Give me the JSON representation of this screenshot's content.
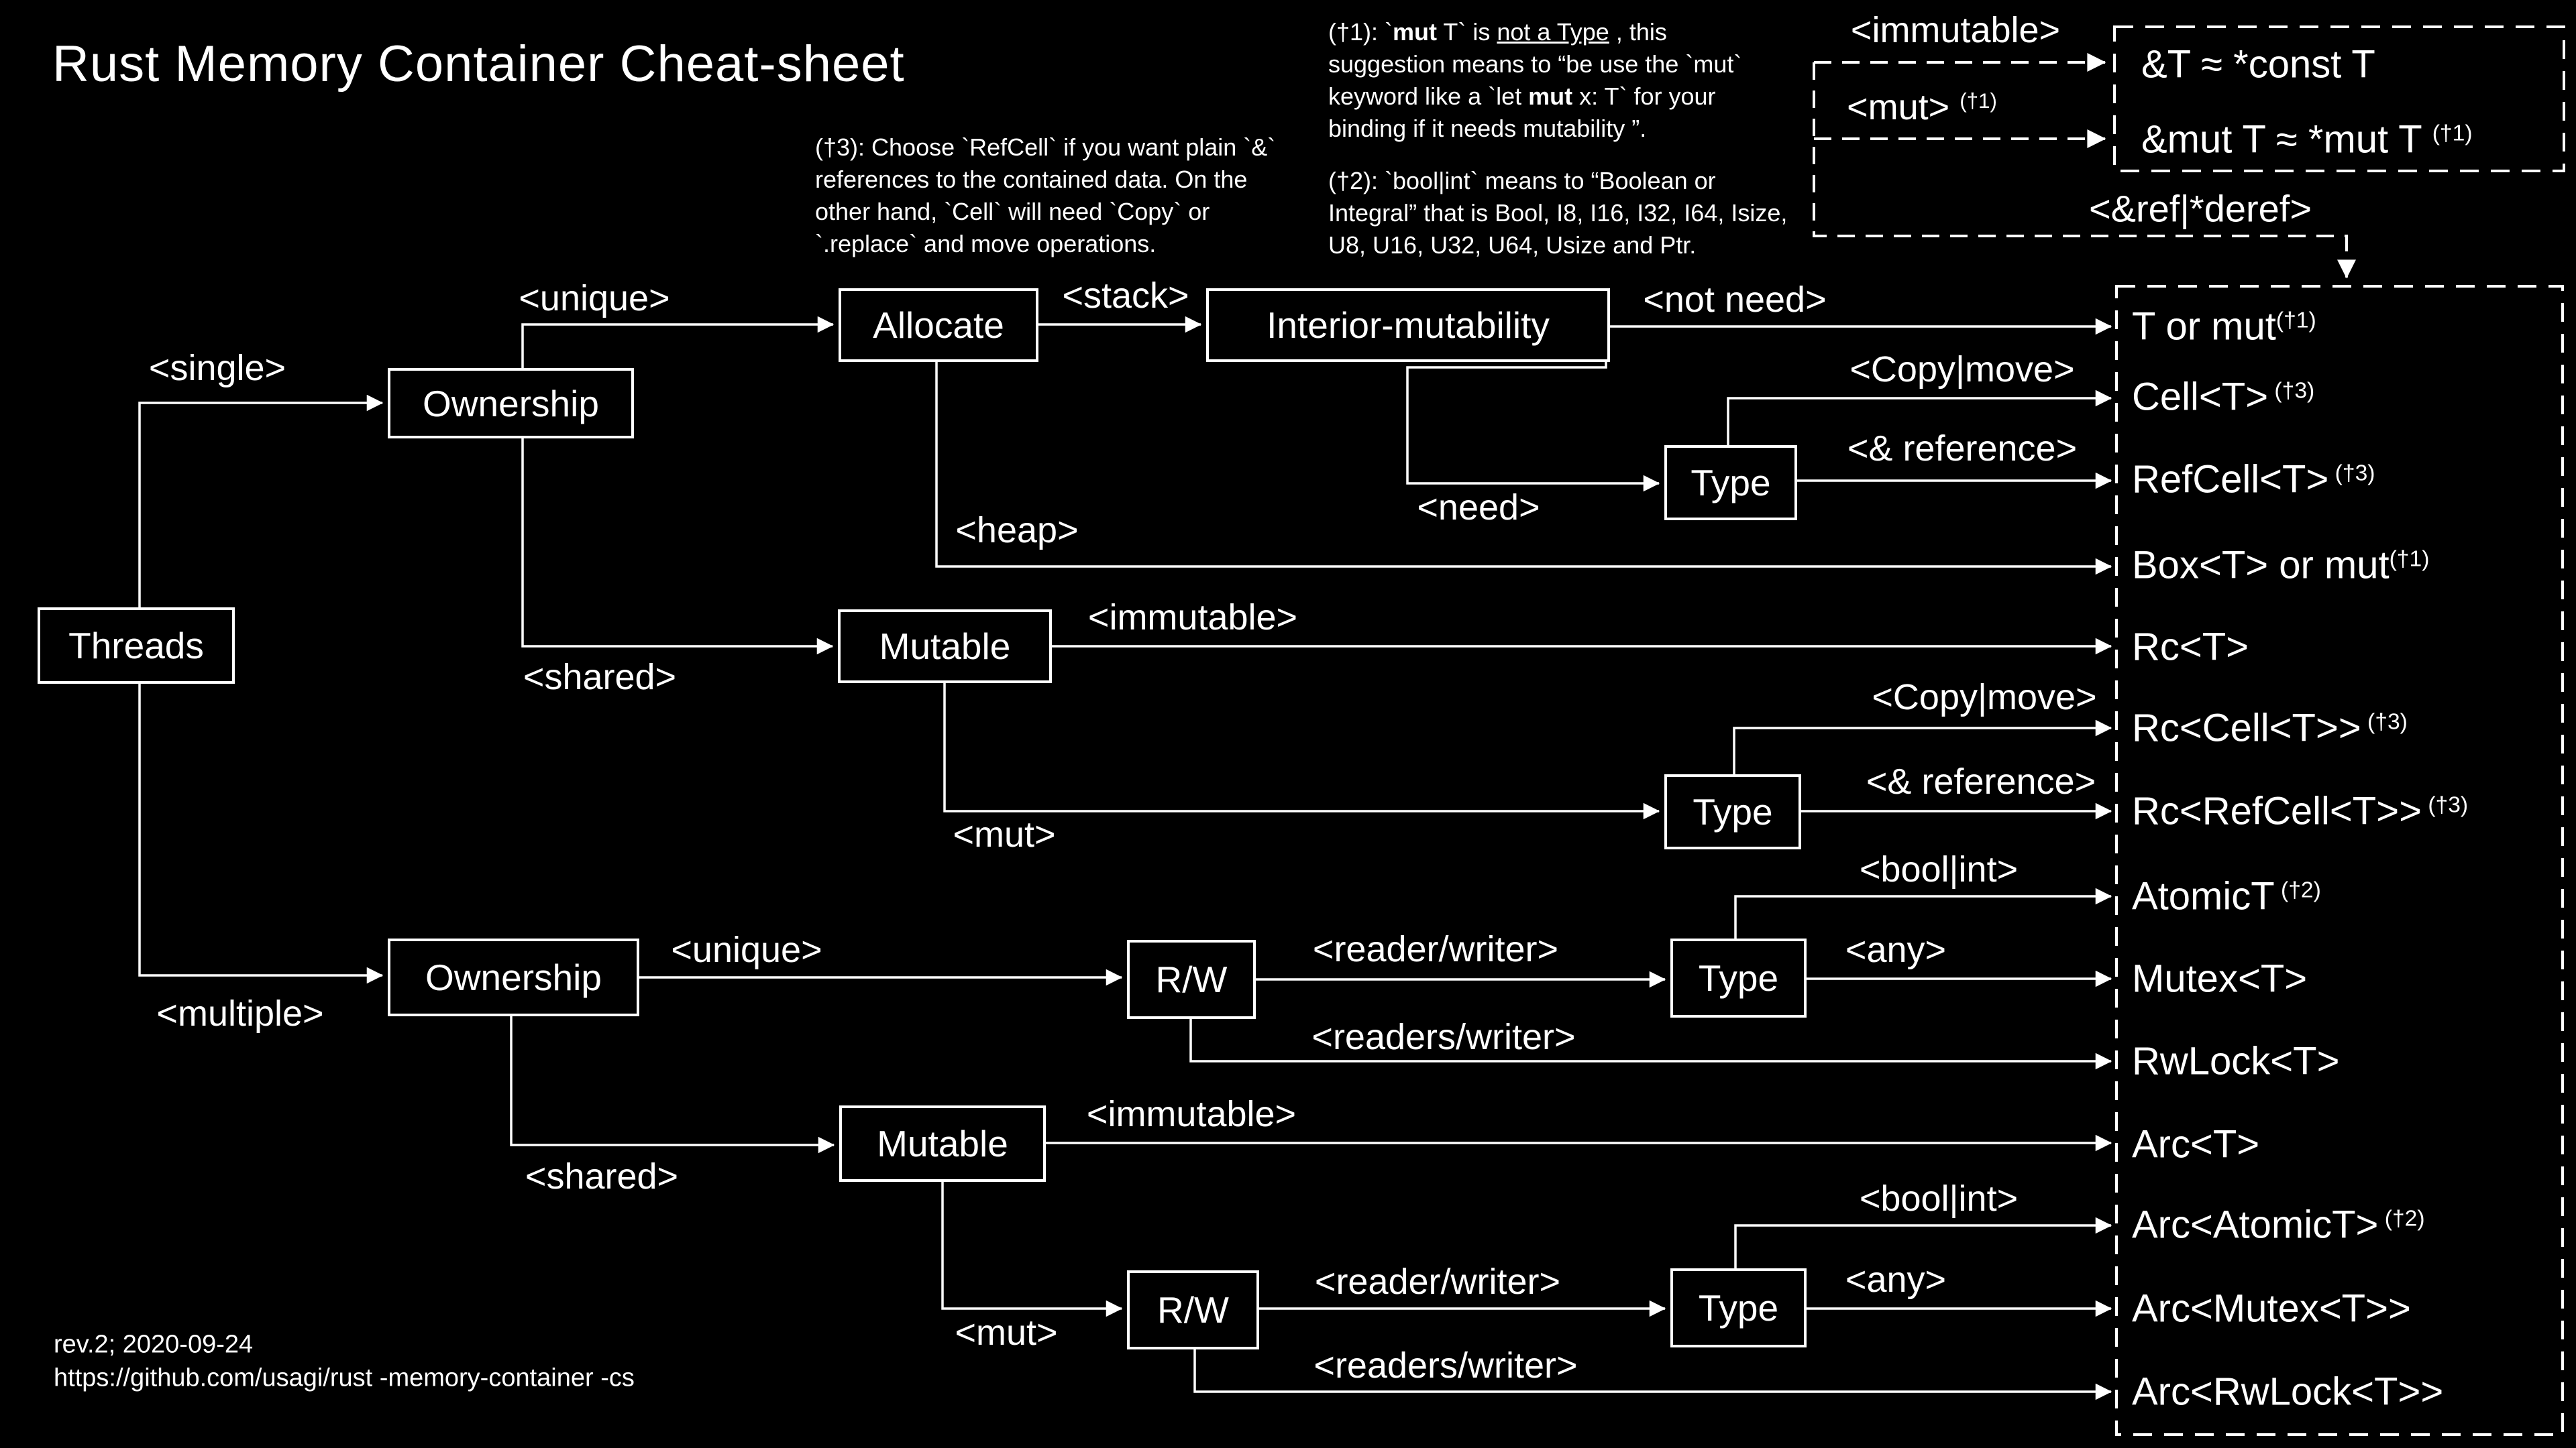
{
  "title": "Rust Memory Container Cheat-sheet",
  "notes": {
    "note3": "(†3): Choose `RefCell` if you want plain `&` references to the contained data. On the other hand, `Cell` will need `Copy` or `.replace` and move operations.",
    "note1_segments": [
      {
        "t": "(†1): `"
      },
      {
        "t": "mut",
        "b": true
      },
      {
        "t": " T` is "
      },
      {
        "t": "not a Type",
        "u": true
      },
      {
        "t": " , this suggestion means to “be use the `mut` keyword like a `let "
      },
      {
        "t": "mut",
        "b": true
      },
      {
        "t": " x: T` for your binding if it needs mutability ”."
      }
    ],
    "note2": "(†2): `bool|int` means to “Boolean or Integral” that is Bool, I8, I16, I32, I64, Isize, U8, U16, U32, U64,  Usize and Ptr."
  },
  "legend": {
    "immutable": "<immutable>",
    "mut": "<mut>",
    "mut_sup": "(†1)",
    "ref_eq": "&T ≈ *const T",
    "mut_eq": "&mut T ≈ *mut T",
    "mut_eq_sup": "(†1)",
    "ref_deref": "<&ref|*deref>"
  },
  "nodes": {
    "threads": "Threads",
    "ownership_single": "Ownership",
    "allocate": "Allocate",
    "interior_mutability": "Interior-mutability",
    "type_cell": "Type",
    "mutable_single": "Mutable",
    "type_rc": "Type",
    "ownership_multi": "Ownership",
    "rw_unique": "R/W",
    "type_atomic": "Type",
    "mutable_multi": "Mutable",
    "rw_mut": "R/W",
    "type_arc": "Type"
  },
  "edges": {
    "single": "<single>",
    "multiple": "<multiple>",
    "unique_top": "<unique>",
    "shared_top": "<shared>",
    "stack": "<stack>",
    "heap": "<heap>",
    "not_need": "<not need>",
    "need": "<need>",
    "copy_move_1": "<Copy|move>",
    "reference_1": "<& reference>",
    "immutable_1": "<immutable>",
    "mut_1": "<mut>",
    "copy_move_2": "<Copy|move>",
    "reference_2": "<& reference>",
    "unique_bottom": "<unique>",
    "shared_bottom": "<shared>",
    "reader_writer_1": "<reader/writer>",
    "readers_writer_1": "<readers/writer>",
    "bool_int_1": "<bool|int>",
    "any_1": "<any>",
    "immutable_2": "<immutable>",
    "mut_2": "<mut>",
    "reader_writer_2": "<reader/writer>",
    "readers_writer_2": "<readers/writer>",
    "bool_int_2": "<bool|int>",
    "any_2": "<any>"
  },
  "containers": [
    {
      "label": "T or mut",
      "sup": "(†1)"
    },
    {
      "label": "Cell<T>",
      "sup": " (†3)"
    },
    {
      "label": "RefCell<T>",
      "sup": " (†3)"
    },
    {
      "label": "Box<T> or mut",
      "sup": "(†1)"
    },
    {
      "label": "Rc<T>",
      "sup": ""
    },
    {
      "label": "Rc<Cell<T>>",
      "sup": " (†3)"
    },
    {
      "label": "Rc<RefCell<T>>",
      "sup": " (†3)"
    },
    {
      "label": "AtomicT",
      "sup": " (†2)"
    },
    {
      "label": "Mutex<T>",
      "sup": ""
    },
    {
      "label": "RwLock<T>",
      "sup": ""
    },
    {
      "label": "Arc<T>",
      "sup": ""
    },
    {
      "label": "Arc<AtomicT>",
      "sup": " (†2)"
    },
    {
      "label": "Arc<Mutex<T>>",
      "sup": ""
    },
    {
      "label": "Arc<RwLock<T>>",
      "sup": ""
    }
  ],
  "footer": {
    "rev": "rev.2; 2020-09-24",
    "url": "https://github.com/usagi/rust -memory-container -cs"
  }
}
